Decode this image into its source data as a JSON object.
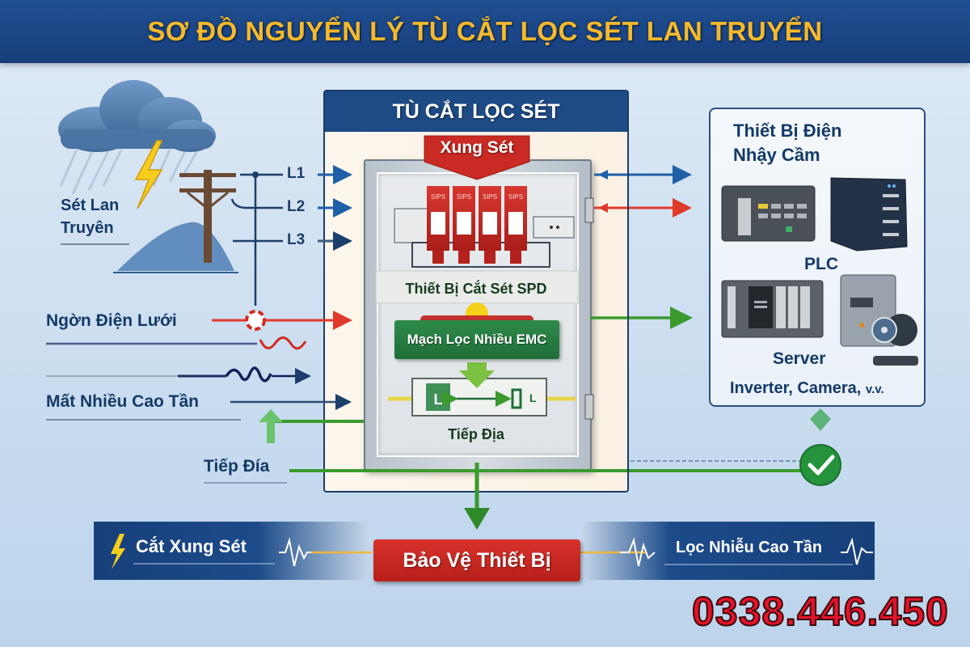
{
  "header": {
    "title": "SƠ ĐỒ NGUYỂN LÝ TÙ CẮT LỌC SÉT LAN TRUYỂN"
  },
  "left": {
    "lightning_label_line1": "Sét Lan",
    "lightning_label_line2": "Truyên",
    "lines": [
      "L1",
      "L2",
      "L3"
    ],
    "grid_power": "Ngờn Điện Lưới",
    "hf_noise": "Mất Nhiều Cao Tần",
    "grounding": "Tiếp Đía"
  },
  "cabinet": {
    "title": "TÙ CẮT LỌC SÉT",
    "surge_badge": "Xung Sét",
    "spd_modules": [
      "SIPS",
      "SIPS",
      "SIPS",
      "SIPS"
    ],
    "spd_label": "Thiết Bị Cắt Sét SPD",
    "emc_label": "Mạch Lọc Nhiều EMC",
    "ground_label": "Tiếp Địa"
  },
  "devices": {
    "title_line1": "Thiết Bị Điện",
    "title_line2": "Nhậy Cầm",
    "plc_label": "PLC",
    "server_label": "Server",
    "list_label": "Inverter, Camera,",
    "list_suffix": "v.v."
  },
  "footer": {
    "cut_surge": "Cắt Xung Sét",
    "protect": "Bảo Vệ Thiết Bị",
    "filter_noise": "Lọc Nhiễu Cao Tần",
    "phone": "0338.446.450"
  },
  "colors": {
    "title_bg": "#1d4889",
    "title_text": "#f7b92a",
    "line_blue": "#1e5fa8",
    "line_red": "#e03a2a",
    "line_green": "#3a9a2e",
    "spd_red": "#c92a24",
    "emc_green": "#237a3f",
    "phone_red": "#e4132a"
  }
}
